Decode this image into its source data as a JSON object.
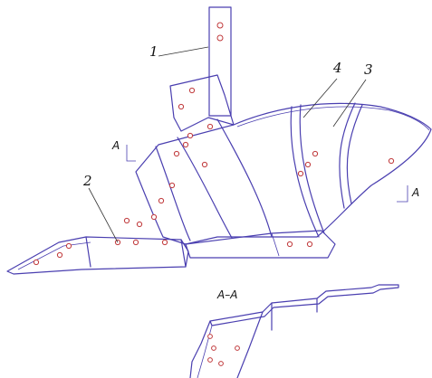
{
  "labels": {
    "part1": "1",
    "part2": "2",
    "part3": "3",
    "part4": "4",
    "section_mark_left": "A",
    "section_mark_right": "A",
    "section_title": "A–A"
  },
  "colors": {
    "outline": "#4a3fb0",
    "holes": "#c0393b",
    "leaders": "#333333"
  }
}
